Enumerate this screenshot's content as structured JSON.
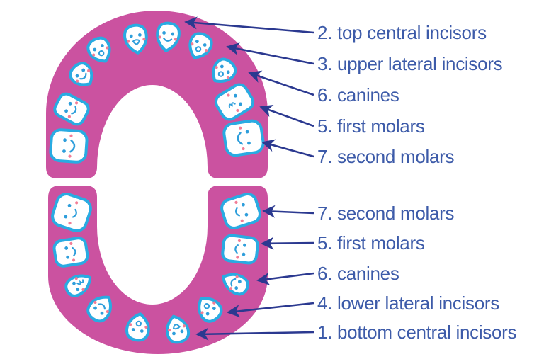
{
  "figure": {
    "labels": {
      "upper": [
        {
          "id": "top-central-incisors",
          "text": "2. top central incisors"
        },
        {
          "id": "upper-lateral-incisors",
          "text": "3. upper lateral incisors"
        },
        {
          "id": "canines-upper",
          "text": "6. canines"
        },
        {
          "id": "first-molars-upper",
          "text": "5. first molars"
        },
        {
          "id": "second-molars-upper",
          "text": "7. second molars"
        }
      ],
      "lower": [
        {
          "id": "second-molars-lower",
          "text": "7. second molars"
        },
        {
          "id": "first-molars-lower",
          "text": "5. first molars"
        },
        {
          "id": "canines-lower",
          "text": "6. canines"
        },
        {
          "id": "lower-lateral-incisors",
          "text": "4. lower lateral incisors"
        },
        {
          "id": "bottom-central-incisors",
          "text": "1. bottom central incisors"
        }
      ]
    },
    "jaws": {
      "upper_teeth_count": 10,
      "lower_teeth_count": 10
    }
  },
  "colors": {
    "background": "#FFFFFF",
    "gum_pink": "#CB52A0",
    "tooth_fill": "#FFFFFF",
    "tooth_outline": "#29ABE2",
    "face_blue": "#2E9EDB",
    "cheek_pink": "#F27D96",
    "arrow_navy": "#2B3990",
    "label_text": "#3D5BA9"
  }
}
